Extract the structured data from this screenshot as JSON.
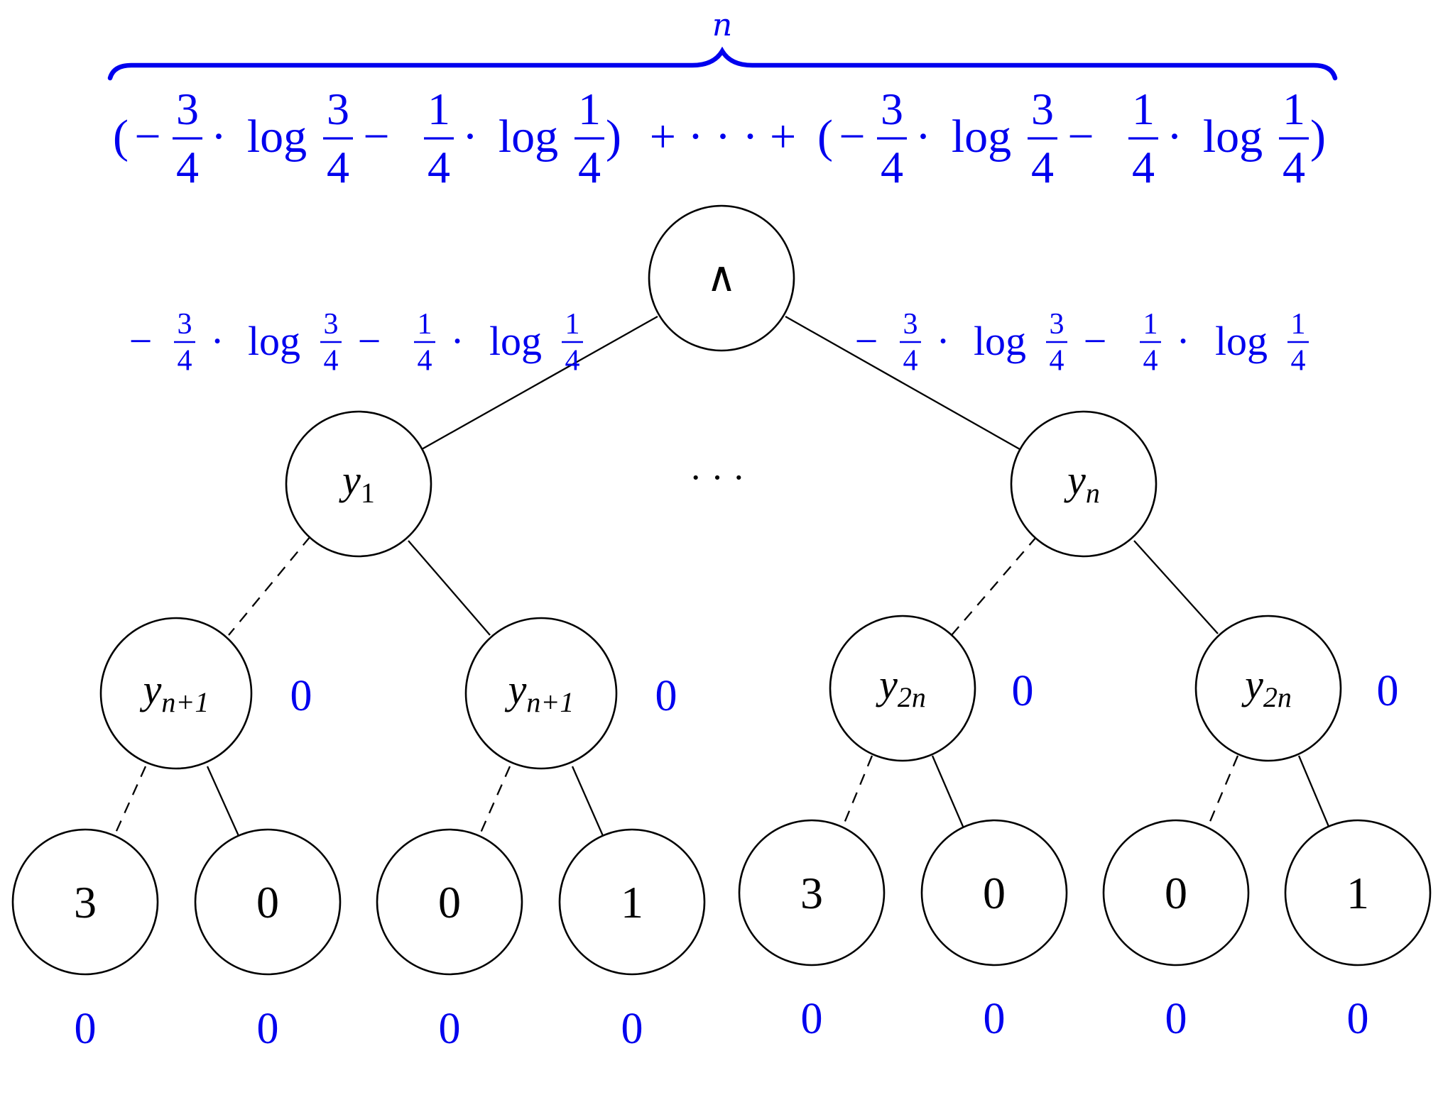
{
  "colors": {
    "accent": "#0000ee",
    "ink": "#000000"
  },
  "top": {
    "brace_label": "n",
    "frac_3_4": {
      "num": "3",
      "den": "4"
    },
    "frac_1_4": {
      "num": "1",
      "den": "4"
    },
    "open_paren": "(",
    "close_paren": ")",
    "minus": "−",
    "cdot": "·",
    "log": "log",
    "middle": "+ · · · +"
  },
  "edge_labels": {
    "left": "−3/4 · log 3/4 − 1/4 · log 1/4",
    "right": "−3/4 · log 3/4 − 1/4 · log 1/4"
  },
  "middle_ellipsis": "· · ·",
  "nodes": {
    "root": "∧",
    "y1": {
      "base": "y",
      "sub": "1"
    },
    "yn": {
      "base": "y",
      "sub": "n"
    },
    "level2": [
      {
        "base": "y",
        "sub": "n+1",
        "value": "0"
      },
      {
        "base": "y",
        "sub": "n+1",
        "value": "0"
      },
      {
        "base": "y",
        "sub": "2n",
        "value": "0"
      },
      {
        "base": "y",
        "sub": "2n",
        "value": "0"
      }
    ],
    "leaves": [
      {
        "label": "3",
        "value": "0"
      },
      {
        "label": "0",
        "value": "0"
      },
      {
        "label": "0",
        "value": "0"
      },
      {
        "label": "1",
        "value": "0"
      },
      {
        "label": "3",
        "value": "0"
      },
      {
        "label": "0",
        "value": "0"
      },
      {
        "label": "0",
        "value": "0"
      },
      {
        "label": "1",
        "value": "0"
      }
    ]
  }
}
